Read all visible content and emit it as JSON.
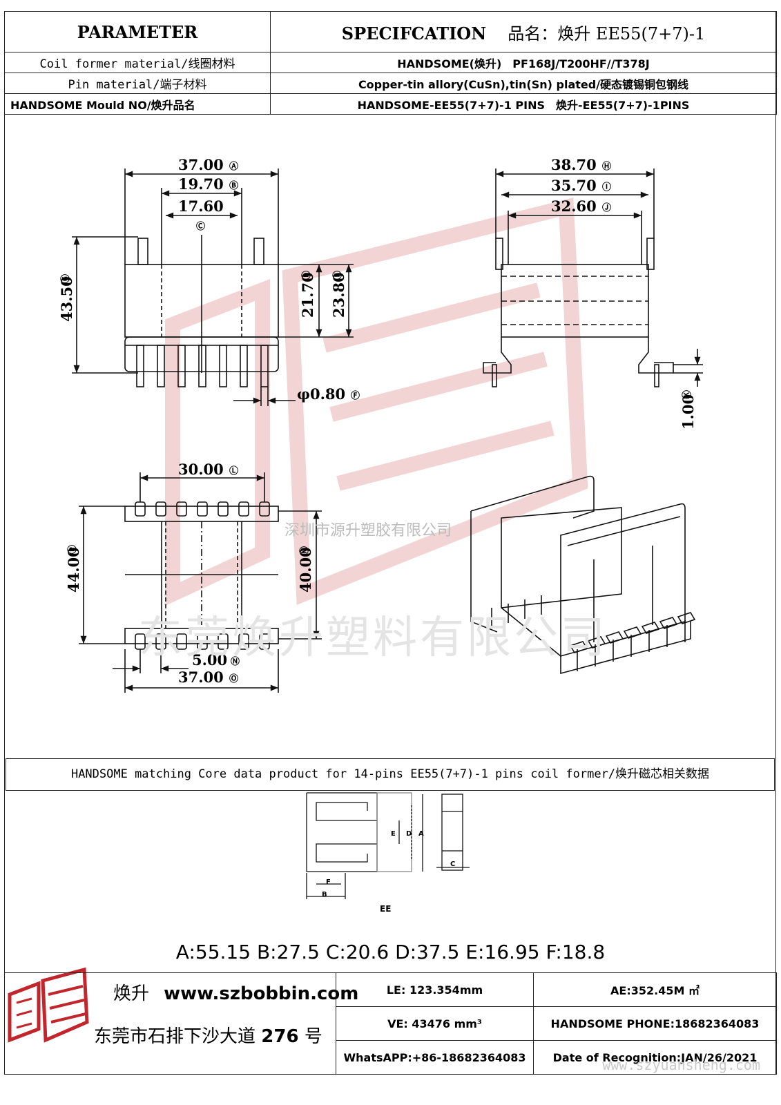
{
  "header": {
    "parameter_title": "PARAMETER",
    "spec_title": "SPECIFCATION",
    "product_name": "品名：焕升 EE55(7+7)-1"
  },
  "rows": [
    {
      "label": "Coil former material/线圈材料",
      "value": "HANDSOME(焕升)　PF168J/T200HF//T378J"
    },
    {
      "label": "Pin material/端子材料",
      "value": "Copper-tin allory(CuSn),tin(Sn) plated/硬态镀锡铜包钢线"
    },
    {
      "label": "HANDSOME Mould NO/焕升品名",
      "value": "HANDSOME-EE55(7+7)-1 PINS　焕升-EE55(7+7)-1PINS"
    }
  ],
  "dimensions": {
    "A": "37.00",
    "B": "19.70",
    "C": "17.60",
    "D": "21.70",
    "E": "23.80",
    "F": "φ0.80",
    "G": "43.50",
    "H": "38.70",
    "I": "35.70",
    "J": "32.60",
    "K": "1.00",
    "L": "30.00",
    "M": "40.00",
    "N": "5.00",
    "O": "37.00",
    "P": "44.00"
  },
  "watermark": {
    "company_small": "深圳市源升塑胶有限公司",
    "company_large": "东莞焕升塑料有限公司",
    "url": "www.szyuansheng.com"
  },
  "core_band": "HANDSOME matching Core data  product for 14-pins EE55(7+7)-1 pins coil former/焕升磁芯相关数据",
  "core_diagram": {
    "label": "EE",
    "letters": [
      "A",
      "B",
      "C",
      "D",
      "E",
      "F"
    ]
  },
  "core_values": "A:55.15 B:27.5 C:20.6 D:37.5 E:16.95 F:18.8",
  "footer": {
    "brand_zh": "焕升",
    "website": "www.szbobbin.com",
    "address_zh": "东莞市石排下沙大道",
    "address_num": "276",
    "address_suffix": "号",
    "le": "LE: 123.354mm",
    "ae": "AE:352.45M ㎡",
    "ve": "VE: 43476 mm³",
    "phone": "HANDSOME PHONE:18682364083",
    "whatsapp": "WhatsAPP:+86-18682364083",
    "date": "Date of Recognition:JAN/26/2021"
  },
  "colors": {
    "logo_red": "#c0262c",
    "watermark_red": "#f1c9c9",
    "line": "#111111"
  }
}
